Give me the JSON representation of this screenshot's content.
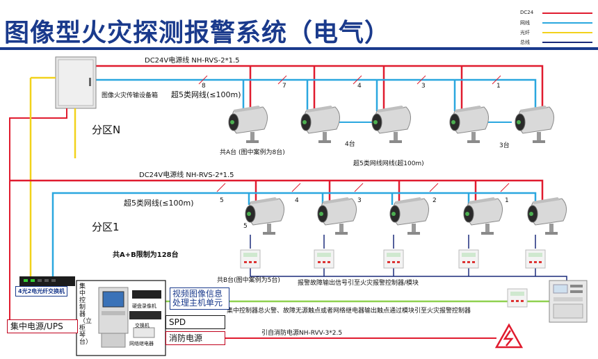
{
  "title": "图像型火灾探测报警系统（电气）",
  "legend": [
    {
      "label": "DC24",
      "color": "#e01b2e"
    },
    {
      "label": "网线",
      "color": "#2aa7df"
    },
    {
      "label": "光纤",
      "color": "#f2d21b"
    },
    {
      "label": "总线",
      "color": "#1a2a7a"
    }
  ],
  "zone_n": {
    "name": "分区N",
    "power_line": "DC24V电源线  NH-RVS-2*1.5",
    "network_line": "超5类网线(≤100m)",
    "transmission_box": "图像火灾传输设备箱",
    "camera_count_label": "共A台 (图中案例为8台)",
    "segment_labels": [
      "8",
      "7",
      "4",
      "3",
      "1"
    ],
    "group_label_a": "4台",
    "group_label_b": "3台",
    "long_line_label": "超5类网线网线(超100m)"
  },
  "zone_1": {
    "name": "分区1",
    "power_line": "DC24V电源线  NH-RVS-2*1.5",
    "network_line": "超5类网线(≤100m)",
    "segment_labels": [
      "5",
      "4",
      "3",
      "2",
      "1"
    ],
    "first_camera": "5",
    "limit_label": "共A+B限制为128台",
    "camera_count_label": "共B台(图中案例为5台)",
    "module_label": "报警故障输出信号引至火灾报警控制器/模块"
  },
  "equipment": {
    "fiber_switch": "4光2电光纤交换机",
    "central_controller": "集中控制器（立柜琴台）",
    "hard_disk_recorder": "硬盘录像机",
    "switch": "交换机",
    "network_relay": "网络继电器",
    "video_unit": "视频图像信息处理主机单元",
    "spd": "SPD",
    "central_power": "集中电源/UPS",
    "fire_power": "消防电源",
    "controller_output": "集中控制器总火警、故障无源触点或者网络继电器输出触点通过模块引至火灾报警控制器",
    "fire_power_source": "引自消防电源NH-RVV-3*2.5"
  },
  "colors": {
    "dc24": "#e01b2e",
    "network": "#2aa7df",
    "fiber": "#f2d21b",
    "bus": "#1a2a7a",
    "signal": "#8fd14f",
    "title": "#1a3a8c"
  }
}
